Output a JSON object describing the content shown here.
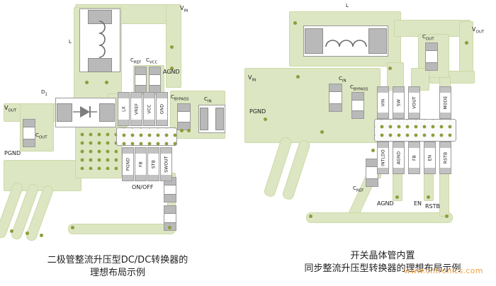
{
  "watermark": "www.cntronics.com",
  "left": {
    "caption": [
      "二极管整流升压型DC/DC转换器的",
      "理想布局示例"
    ],
    "nets": {
      "vin": {
        "main": "V",
        "sub": "IN"
      },
      "vout": {
        "main": "V",
        "sub": "OUT"
      },
      "pgnd": "PGND",
      "agnd": "AGND",
      "onoff": "ON/OFF"
    },
    "components": {
      "l": "L",
      "d1": {
        "main": "D",
        "sub": "1"
      },
      "cref": {
        "main": "C",
        "sub": "REF"
      },
      "cvcc": {
        "main": "C",
        "sub": "VCC"
      },
      "cbypass": {
        "main": "C",
        "sub": "BYPASS"
      },
      "cin": {
        "main": "C",
        "sub": "IN"
      },
      "cout": {
        "main": "C",
        "sub": "OUT"
      }
    },
    "pins_top": [
      "LX",
      "VREF",
      "VCC",
      "GND"
    ],
    "pins_bottom": [
      "PGND",
      "FB",
      "STB",
      "SWOUT"
    ]
  },
  "right": {
    "caption": [
      "开关晶体管内置",
      "同步整流升压型转换器的理想布局示例"
    ],
    "nets": {
      "vin": {
        "main": "V",
        "sub": "IN"
      },
      "vout": {
        "main": "V",
        "sub": "OUT"
      },
      "pgnd": "PGND",
      "agnd": "AGND",
      "en": "EN",
      "rstb": "RSTB"
    },
    "components": {
      "l": "L",
      "cin": {
        "main": "C",
        "sub": "IN"
      },
      "cbypass": {
        "main": "C",
        "sub": "BYPASS"
      },
      "cout": {
        "main": "C",
        "sub": "OUT"
      },
      "cref": {
        "main": "C",
        "sub": "REF"
      }
    },
    "pins_top": [
      "VIN",
      "SW",
      "VOUT",
      "MODE"
    ],
    "pins_bottom": [
      "INTLDO",
      "AGND",
      "FB",
      "EN",
      "RSTB"
    ]
  }
}
